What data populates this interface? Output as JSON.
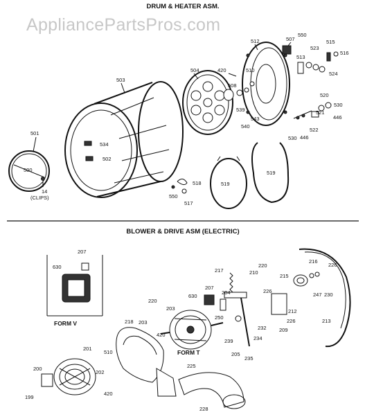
{
  "watermark": "AppliancePartsPros.com",
  "sections": {
    "drum_title": "DRUM & HEATER ASM.",
    "blower_title": "BLOWER & DRIVE ASM (ELECTRIC)"
  },
  "form_labels": {
    "form_v": "FORM V",
    "form_t": "FORM T"
  },
  "clips_label": "(CLIPS)",
  "drum_parts": [
    "501",
    "500",
    "14",
    "503",
    "534",
    "502",
    "504",
    "508",
    "510",
    "420",
    "512",
    "507",
    "550",
    "513",
    "523",
    "515",
    "516",
    "524",
    "539",
    "540",
    "543",
    "520",
    "521",
    "522",
    "446",
    "530",
    "518",
    "519",
    "517"
  ],
  "blower_parts": [
    "207",
    "630",
    "220",
    "203",
    "420",
    "218",
    "510",
    "201",
    "200",
    "199",
    "202",
    "228",
    "225",
    "235",
    "234",
    "232",
    "239",
    "250",
    "205",
    "204",
    "217",
    "210",
    "215",
    "216",
    "226",
    "247",
    "212",
    "209",
    "213",
    "230"
  ]
}
